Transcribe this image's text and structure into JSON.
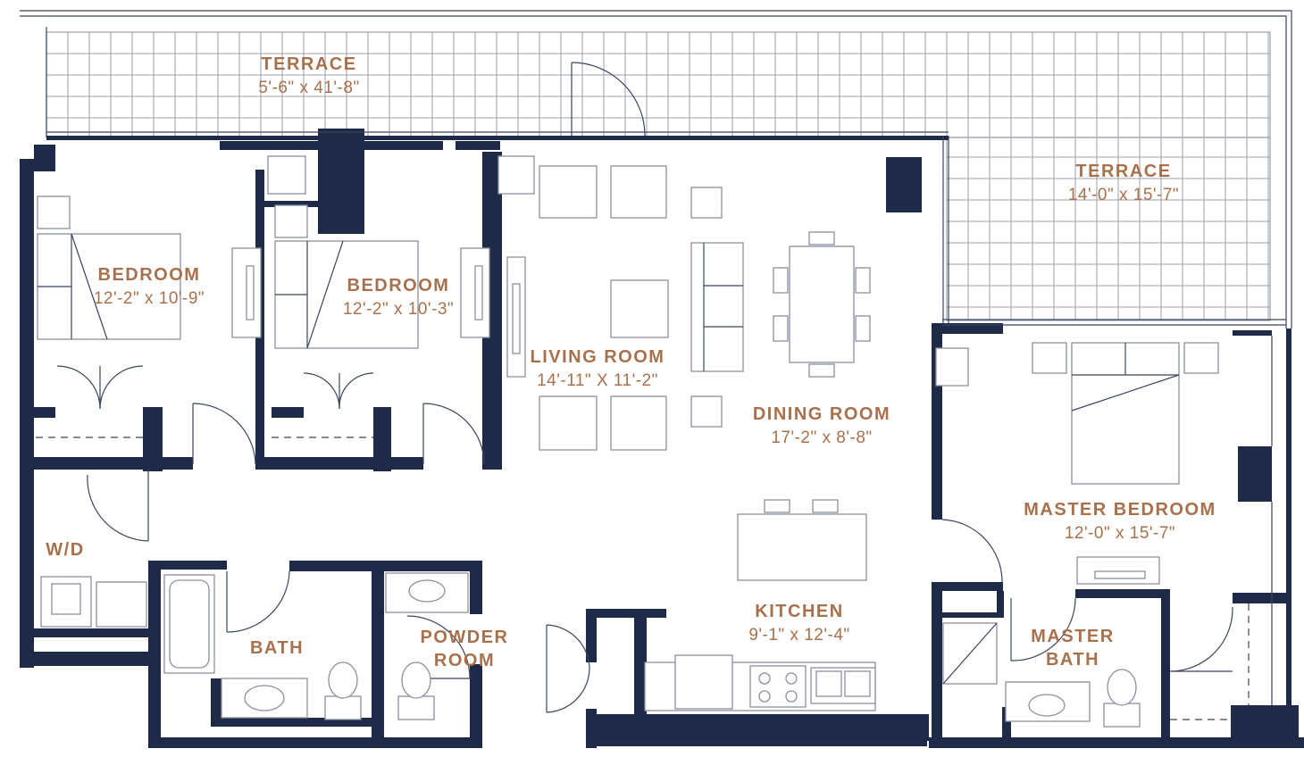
{
  "plan": {
    "rooms": [
      {
        "id": "terrace-left",
        "name": "TERRACE",
        "dims": "5'-6\" x 41'-8\""
      },
      {
        "id": "terrace-right",
        "name": "TERRACE",
        "dims": "14'-0\" x 15'-7\""
      },
      {
        "id": "bedroom-1",
        "name": "BEDROOM",
        "dims": "12'-2\" x 10'-9\""
      },
      {
        "id": "bedroom-2",
        "name": "BEDROOM",
        "dims": "12'-2\" x 10'-3\""
      },
      {
        "id": "living-room",
        "name": "LIVING ROOM",
        "dims": "14'-11\" X 11'-2\""
      },
      {
        "id": "dining-room",
        "name": "DINING ROOM",
        "dims": "17'-2\" x 8'-8\""
      },
      {
        "id": "master-bedroom",
        "name": "MASTER BEDROOM",
        "dims": "12'-0\" x 15'-7\""
      },
      {
        "id": "kitchen",
        "name": "KITCHEN",
        "dims": "9'-1\" x 12'-4\""
      },
      {
        "id": "wd",
        "name": "W/D"
      },
      {
        "id": "bath",
        "name": "BATH"
      },
      {
        "id": "powder-room",
        "name_line1": "POWDER",
        "name_line2": "ROOM"
      },
      {
        "id": "master-bath",
        "name_line1": "MASTER",
        "name_line2": "BATH"
      }
    ]
  },
  "colors": {
    "wall": "#1e2a47",
    "label": "#a8714d",
    "grid": "#9aa0ad",
    "background": "#ffffff"
  }
}
